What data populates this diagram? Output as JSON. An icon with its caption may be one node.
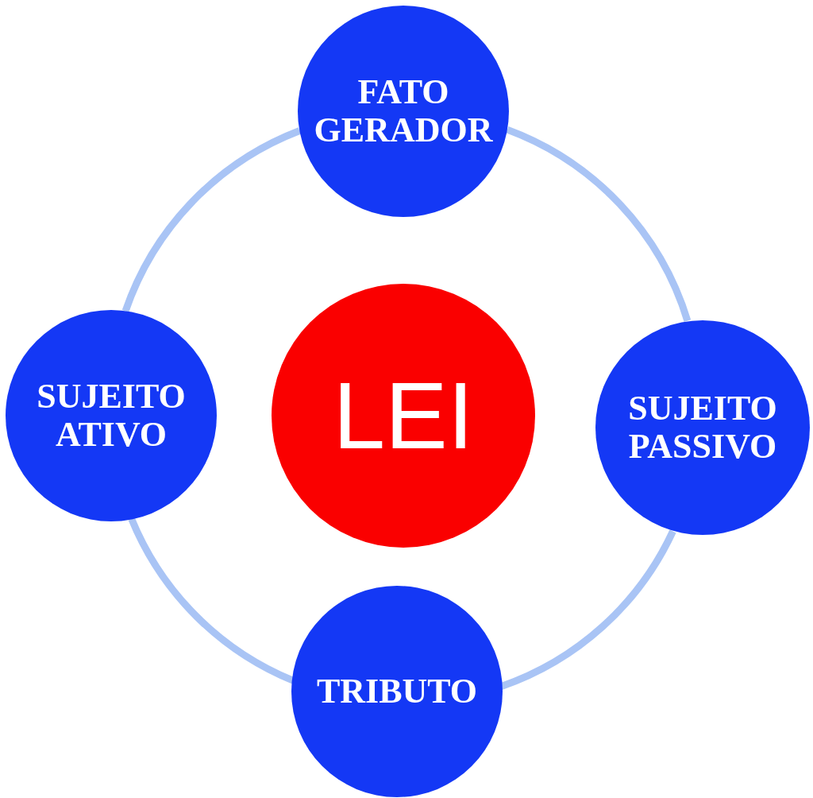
{
  "diagram": {
    "nodes": [
      {
        "text": [
          "FATO GERADOR"
        ]
      },
      {
        "text": [
          "SUJEITO ATIVO"
        ]
      },
      {
        "text": [
          "LEI"
        ]
      },
      {
        "text": [
          "SUJEITO PASSIVO"
        ]
      },
      {
        "text": [
          "TRIBUTO"
        ]
      }
    ],
    "edges": [
      {
        "from": 0,
        "to": 3,
        "arrow": "none"
      },
      {
        "from": 3,
        "to": 4,
        "arrow": "none"
      },
      {
        "from": 4,
        "to": 1,
        "arrow": "none"
      },
      {
        "from": 1,
        "to": 0,
        "arrow": "none"
      }
    ]
  }
}
